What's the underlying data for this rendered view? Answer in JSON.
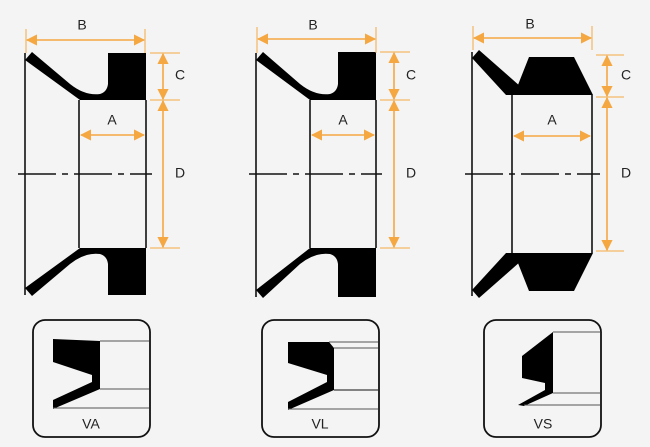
{
  "colors": {
    "background": "#f4f4f4",
    "dimension": "#f5a742",
    "profile": "#000000"
  },
  "dimension_labels": {
    "a": "A",
    "b": "B",
    "c": "C",
    "d": "D"
  },
  "seal_types": [
    {
      "name": "VA"
    },
    {
      "name": "VL"
    },
    {
      "name": "VS"
    }
  ]
}
